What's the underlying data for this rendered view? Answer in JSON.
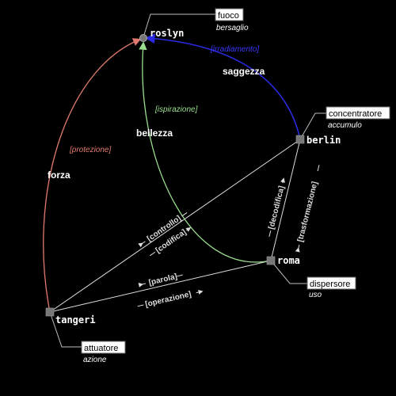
{
  "colors": {
    "background": "#000000",
    "line": "#dddddd",
    "node": "#777777",
    "red": "#e07a6e",
    "green": "#9adf8e",
    "blue": "#2a2ae0",
    "label_box_bg": "#ffffff",
    "label_box_text": "#000000"
  },
  "nodes": {
    "roslyn": "roslyn",
    "berlin": "berlin",
    "roma": "roma",
    "tangeri": "tangeri"
  },
  "callouts": {
    "fuoco": {
      "title": "fuoco",
      "subtitle": "bersaglio"
    },
    "concentratore": {
      "title": "concentratore",
      "subtitle": "accumulo"
    },
    "dispersore": {
      "title": "dispersore",
      "subtitle": "uso"
    },
    "attuatore": {
      "title": "attuatore",
      "subtitle": "azione"
    }
  },
  "curves": {
    "forza": {
      "name": "forza",
      "tag": "[protezione]"
    },
    "bellezza": {
      "name": "bellezza",
      "tag": "[ispirazione]"
    },
    "saggezza": {
      "name": "saggezza",
      "tag": "[irradiamento]"
    }
  },
  "edges": {
    "controllo": "[controllo]",
    "codifica": "[codifica]",
    "parola": "[parola]",
    "operazione": "[operazione]",
    "decodifica": "[decodifica]",
    "trasformazione": "[trasformazione]"
  }
}
